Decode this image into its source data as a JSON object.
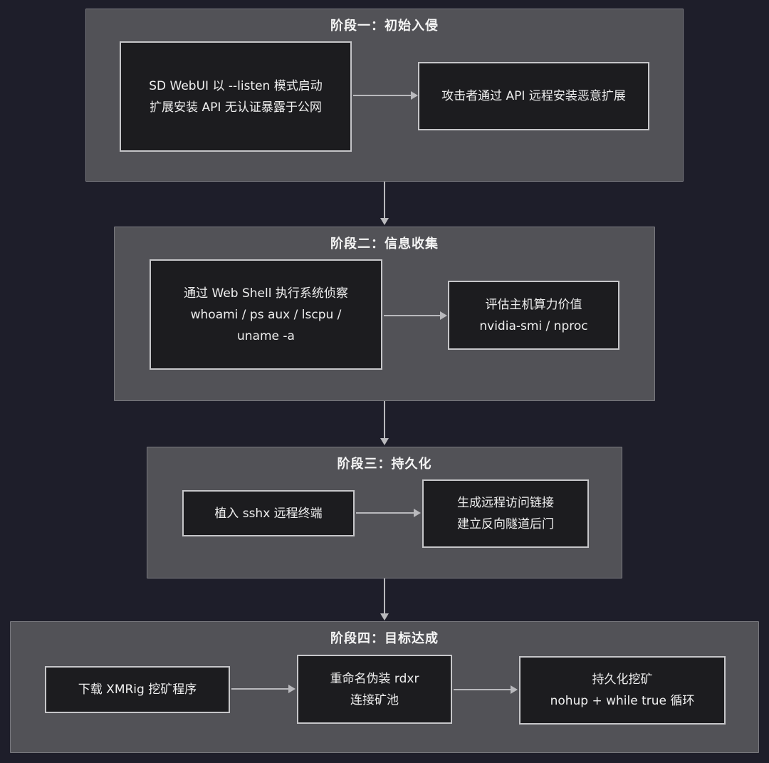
{
  "diagram": {
    "theme": {
      "page_background": "#1e1e2a",
      "stage_fill": "#525257",
      "stage_border": "#7a7a80",
      "node_fill": "#1c1c1f",
      "node_border": "#c6c6c9",
      "arrow_color": "#b9b9bd",
      "text_color": "#efefef"
    },
    "stages": [
      {
        "title": "阶段一：初始入侵",
        "boxes": [
          {
            "lines": [
              "SD WebUI 以 --listen 模式启动",
              "扩展安装 API 无认证暴露于公网"
            ]
          },
          {
            "lines": [
              "攻击者通过 API 远程安装恶意扩展"
            ]
          }
        ]
      },
      {
        "title": "阶段二：信息收集",
        "boxes": [
          {
            "lines": [
              "通过 Web Shell 执行系统侦察",
              "whoami / ps aux / lscpu /",
              "uname -a"
            ]
          },
          {
            "lines": [
              "评估主机算力价值",
              "nvidia-smi / nproc"
            ]
          }
        ]
      },
      {
        "title": "阶段三：持久化",
        "boxes": [
          {
            "lines": [
              "植入 sshx 远程终端"
            ]
          },
          {
            "lines": [
              "生成远程访问链接",
              "建立反向隧道后门"
            ]
          }
        ]
      },
      {
        "title": "阶段四：目标达成",
        "boxes": [
          {
            "lines": [
              "下载 XMRig 挖矿程序"
            ]
          },
          {
            "lines": [
              "重命名伪装 rdxr",
              "连接矿池"
            ]
          },
          {
            "lines": [
              "持久化挖矿",
              "nohup + while true 循环"
            ]
          }
        ]
      }
    ]
  }
}
